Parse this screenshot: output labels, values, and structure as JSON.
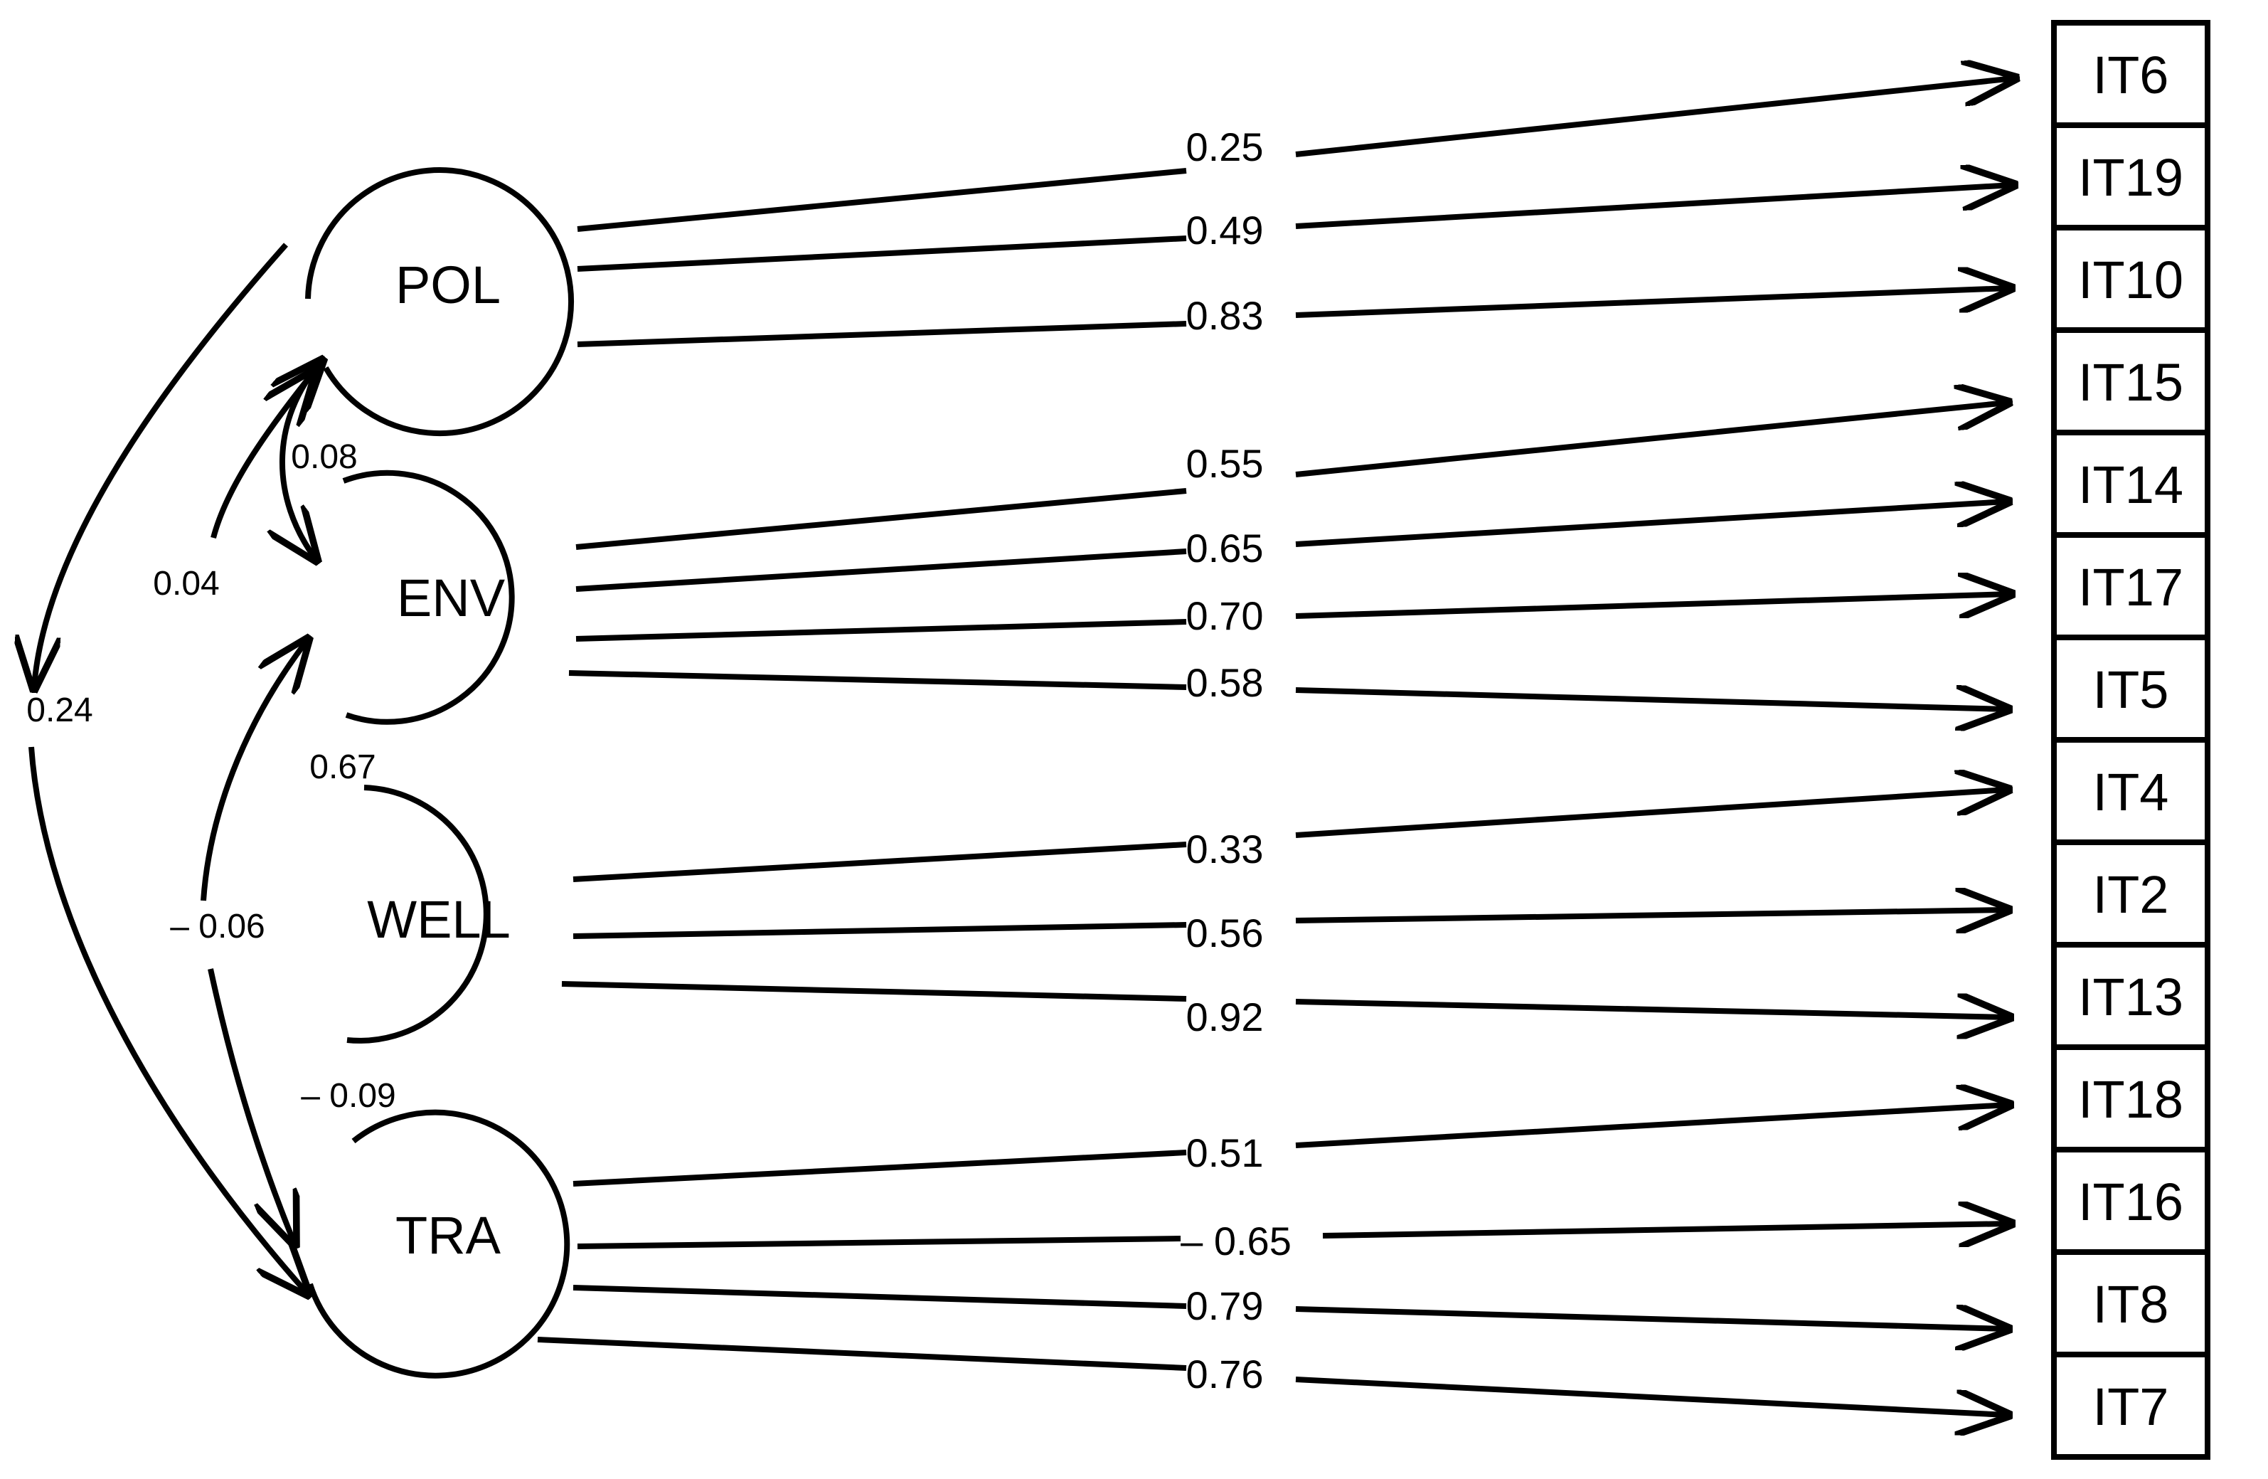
{
  "colors": {
    "ink": "#000000",
    "background": "#ffffff"
  },
  "factors": [
    {
      "id": "POL",
      "label": "POL"
    },
    {
      "id": "ENV",
      "label": "ENV"
    },
    {
      "id": "WELL",
      "label": "WELL"
    },
    {
      "id": "TRA",
      "label": "TRA"
    }
  ],
  "items": [
    "IT6",
    "IT19",
    "IT10",
    "IT15",
    "IT14",
    "IT17",
    "IT5",
    "IT4",
    "IT2",
    "IT13",
    "IT18",
    "IT16",
    "IT8",
    "IT7"
  ],
  "loadings": [
    {
      "factor": "POL",
      "item": "IT6",
      "value": "0.25"
    },
    {
      "factor": "POL",
      "item": "IT19",
      "value": "0.49"
    },
    {
      "factor": "POL",
      "item": "IT10",
      "value": "0.83"
    },
    {
      "factor": "ENV",
      "item": "IT15",
      "value": "0.55"
    },
    {
      "factor": "ENV",
      "item": "IT14",
      "value": "0.65"
    },
    {
      "factor": "ENV",
      "item": "IT17",
      "value": "0.70"
    },
    {
      "factor": "ENV",
      "item": "IT5",
      "value": "0.58"
    },
    {
      "factor": "WELL",
      "item": "IT4",
      "value": "0.33"
    },
    {
      "factor": "WELL",
      "item": "IT2",
      "value": "0.56"
    },
    {
      "factor": "WELL",
      "item": "IT13",
      "value": "0.92"
    },
    {
      "factor": "TRA",
      "item": "IT18",
      "value": "0.51"
    },
    {
      "factor": "TRA",
      "item": "IT16",
      "value": "– 0.65"
    },
    {
      "factor": "TRA",
      "item": "IT8",
      "value": "0.79"
    },
    {
      "factor": "TRA",
      "item": "IT7",
      "value": "0.76"
    }
  ],
  "correlations": [
    {
      "from": "POL",
      "to": "TRA",
      "value": "0.24"
    },
    {
      "from": "POL",
      "to": "ENV",
      "value": "0.08"
    },
    {
      "from": "POL",
      "to": "WELL",
      "value": "0.04"
    },
    {
      "from": "ENV",
      "to": "WELL",
      "value": "0.67"
    },
    {
      "from": "ENV",
      "to": "TRA",
      "value": "– 0.06"
    },
    {
      "from": "WELL",
      "to": "TRA",
      "value": "– 0.09"
    }
  ]
}
